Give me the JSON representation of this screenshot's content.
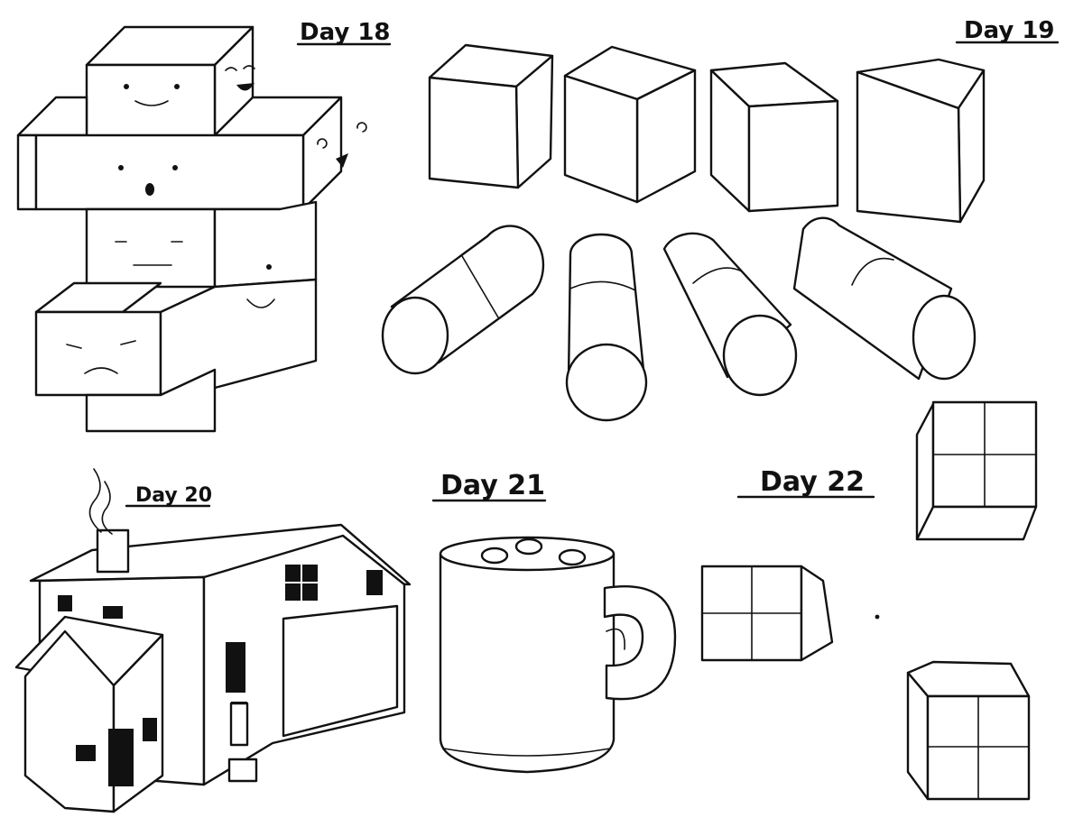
{
  "labels": {
    "day18": "Day 18",
    "day19": "Day 19",
    "day20": "Day 20",
    "day21": "Day 21",
    "day22": "Day 22"
  },
  "colors": {
    "ink": "#111111",
    "paper": "#ffffff"
  }
}
